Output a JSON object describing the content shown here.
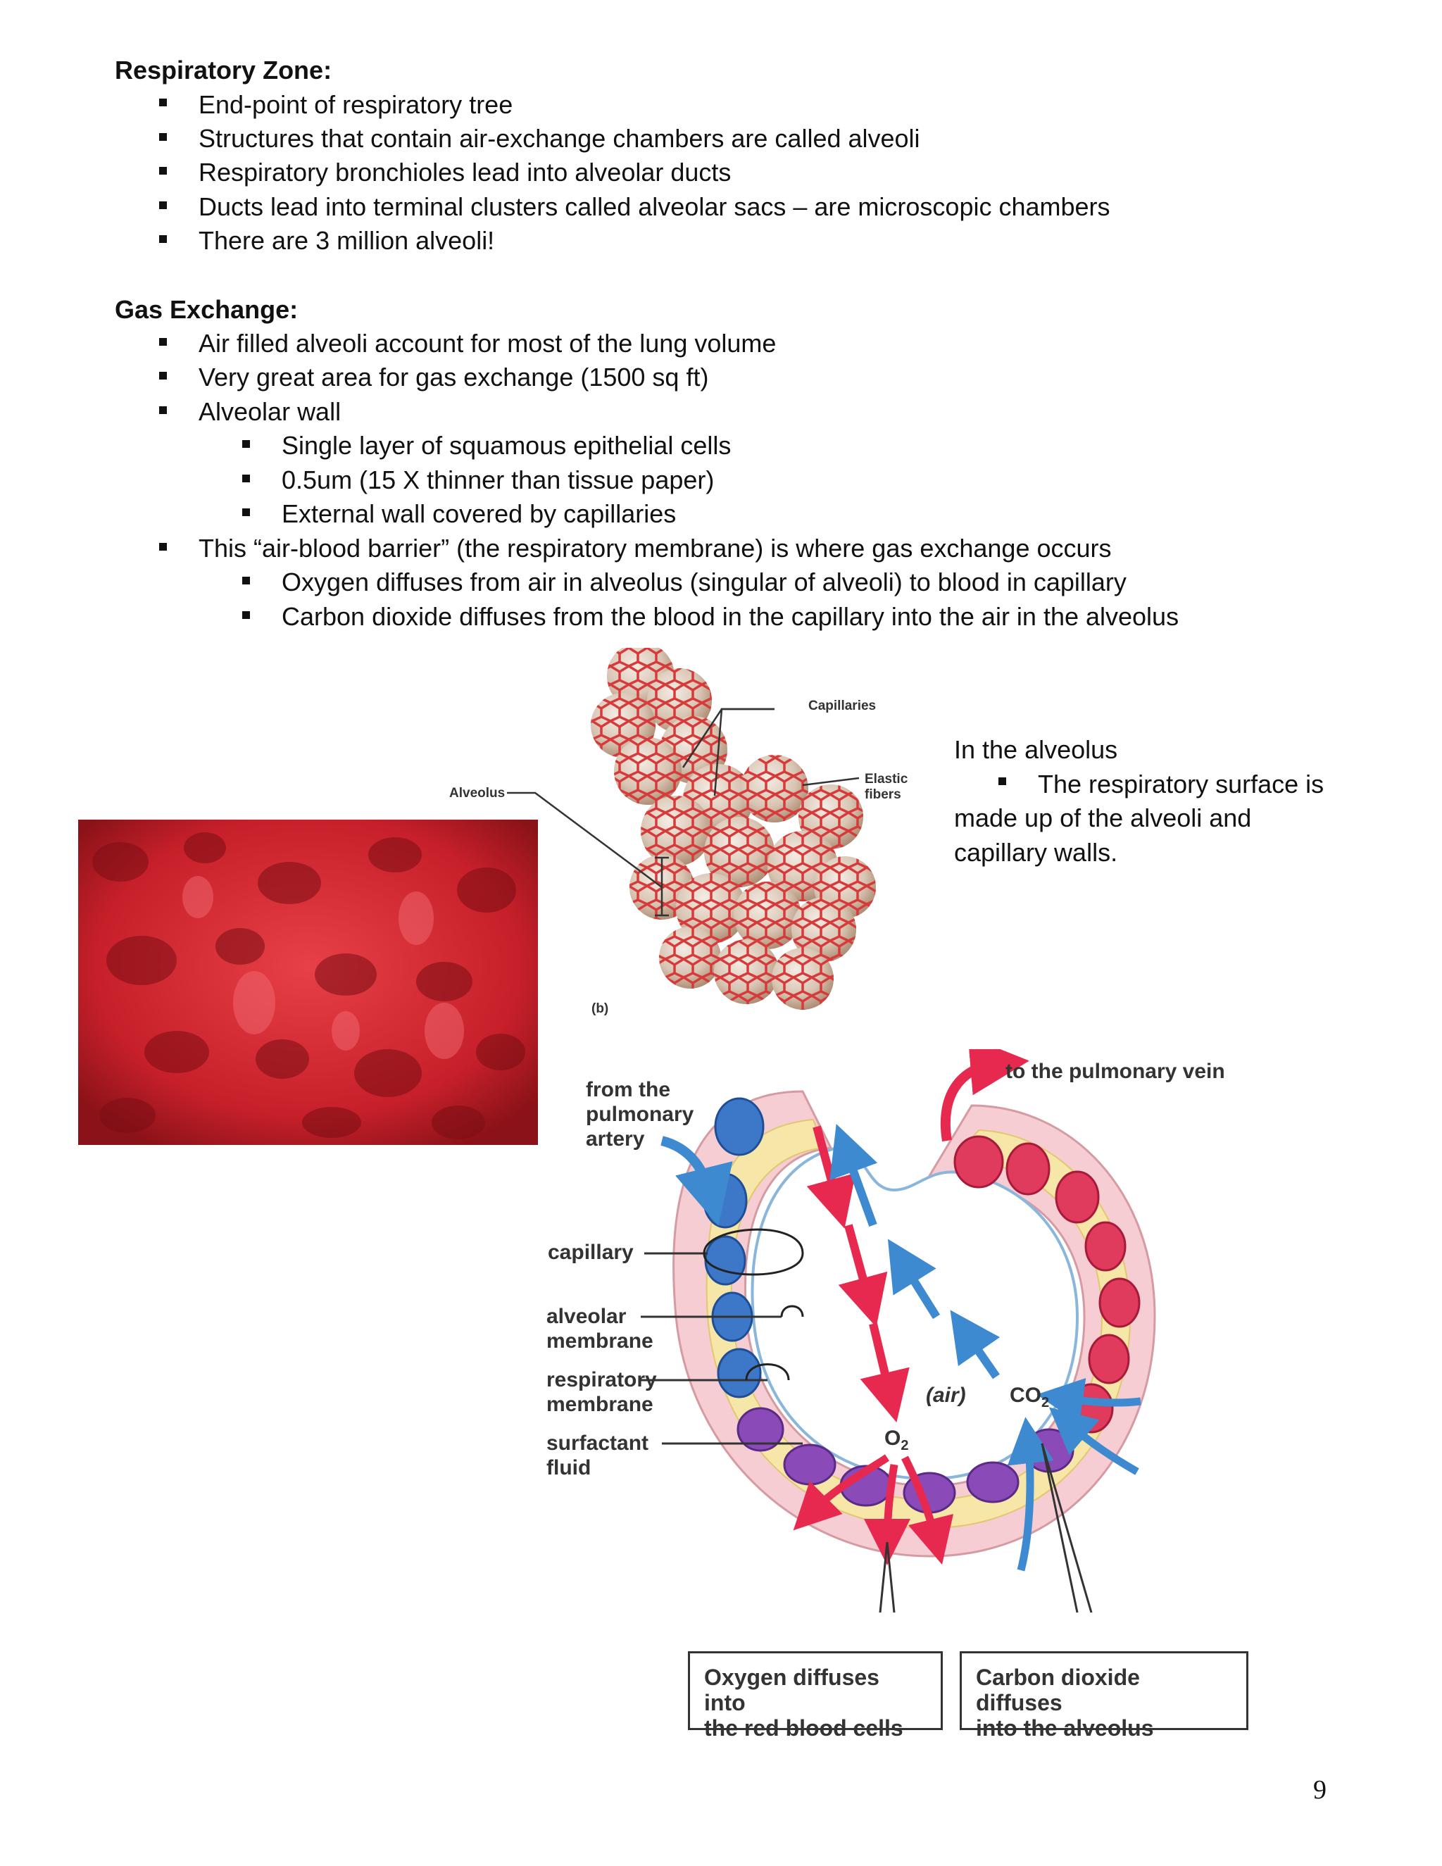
{
  "respiratory_zone": {
    "heading": "Respiratory Zone:",
    "items": [
      "End-point of respiratory tree",
      "Structures that contain air-exchange chambers are called alveoli",
      "Respiratory bronchioles lead into alveolar ducts",
      "Ducts lead into terminal clusters called alveolar sacs – are microscopic chambers",
      "There are 3 million alveoli!"
    ]
  },
  "gas_exchange": {
    "heading": "Gas Exchange:",
    "items": [
      "Air filled alveoli account for most of the lung volume",
      "Very great area for gas exchange (1500 sq ft)",
      "Alveolar wall",
      "Single layer of squamous epithelial cells",
      "0.5um (15 X thinner than tissue paper)",
      "External wall covered by capillaries",
      "This “air-blood barrier” (the respiratory membrane) is where gas exchange occurs",
      "Oxygen diffuses from air in alveolus (singular of alveoli) to blood in capillary",
      "Carbon dioxide diffuses from the blood in the capillary into the air in the alveolus"
    ]
  },
  "figure_b": {
    "capillaries": "Capillaries",
    "elastic_fibers_1": "Elastic",
    "elastic_fibers_2": "fibers",
    "alveolus": "Alveolus",
    "panel": "(b)"
  },
  "side_note": {
    "line1": "In the alveolus",
    "line2": "The respiratory surface is",
    "line3": "made up of the alveoli and",
    "line4": "capillary walls."
  },
  "gas_diagram": {
    "from_artery_1": "from the",
    "from_artery_2": "pulmonary",
    "from_artery_3": "artery",
    "to_vein": "to the pulmonary vein",
    "capillary": "capillary",
    "alveolar_membrane_1": "alveolar",
    "alveolar_membrane_2": "membrane",
    "respiratory_membrane_1": "respiratory",
    "respiratory_membrane_2": "membrane",
    "surfactant_1": "surfactant",
    "surfactant_2": "fluid",
    "air": "(air)",
    "o2": "O",
    "o2_sub": "2",
    "co2": "CO",
    "co2_sub": "2",
    "box_oxygen_1": "Oxygen diffuses into",
    "box_oxygen_2": "the red blood cells",
    "box_co2_1": "Carbon dioxide diffuses",
    "box_co2_2": "into the alveolus"
  },
  "colors": {
    "blood_red": "#e8294f",
    "co2_blue": "#3d8ad0",
    "micrograph_red": "#c8202a"
  },
  "page_number": "9"
}
